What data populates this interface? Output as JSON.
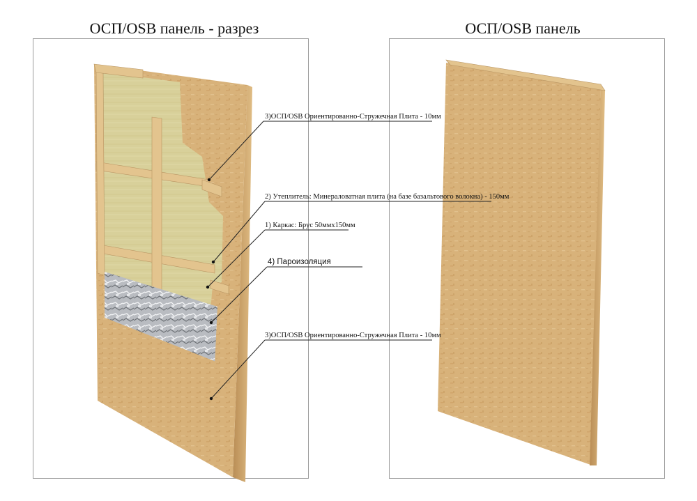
{
  "titles": {
    "left": "ОСП/OSB панель - разрез",
    "right": "ОСП/OSB панель"
  },
  "callouts": [
    {
      "id": "osb-outer",
      "text": "3)ОСП/OSB Ориентированно-Стружечная Плита - 10мм"
    },
    {
      "id": "insulation",
      "text": "2) Утеплитель: Минераловатная плита (на базе базальтового волокна) - 150мм"
    },
    {
      "id": "frame",
      "text": "1) Каркас: Брус 50ммх150мм"
    },
    {
      "id": "vapor-barrier",
      "text": "4) Пароизоляция"
    },
    {
      "id": "osb-inner",
      "text": "3)ОСП/OSB Ориентированно-Стружечная Плита - 10мм"
    }
  ],
  "colors": {
    "osb": "#d8b27a",
    "timber": "#e3c48e",
    "insulation": "#d9d29a",
    "vapor": "#c9ccd0"
  }
}
